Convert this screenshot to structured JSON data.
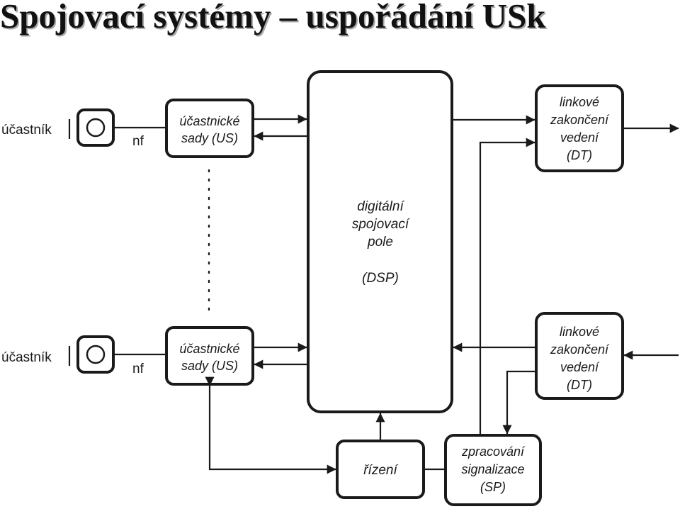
{
  "title": "Spojovací systémy – uspořádání USk",
  "subscribers": [
    {
      "label": "účastník",
      "line_label": "nf"
    },
    {
      "label": "účastník",
      "line_label": "nf"
    }
  ],
  "subscriber_sets": [
    {
      "line1": "účastnické",
      "line2": "sady (US)"
    },
    {
      "line1": "účastnické",
      "line2": "sady (US)"
    }
  ],
  "dsp": {
    "line1": "digitální",
    "line2": "spojovací",
    "line3": "pole",
    "line4": "(DSP)"
  },
  "line_terminations": [
    {
      "line1": "linkové",
      "line2": "zakončení",
      "line3": "vedení",
      "line4": "(DT)"
    },
    {
      "line1": "linkové",
      "line2": "zakončení",
      "line3": "vedení",
      "line4": "(DT)"
    }
  ],
  "control": {
    "label": "řízení"
  },
  "signaling": {
    "line1": "zpracování",
    "line2": "signalizace",
    "line3": "(SP)"
  }
}
